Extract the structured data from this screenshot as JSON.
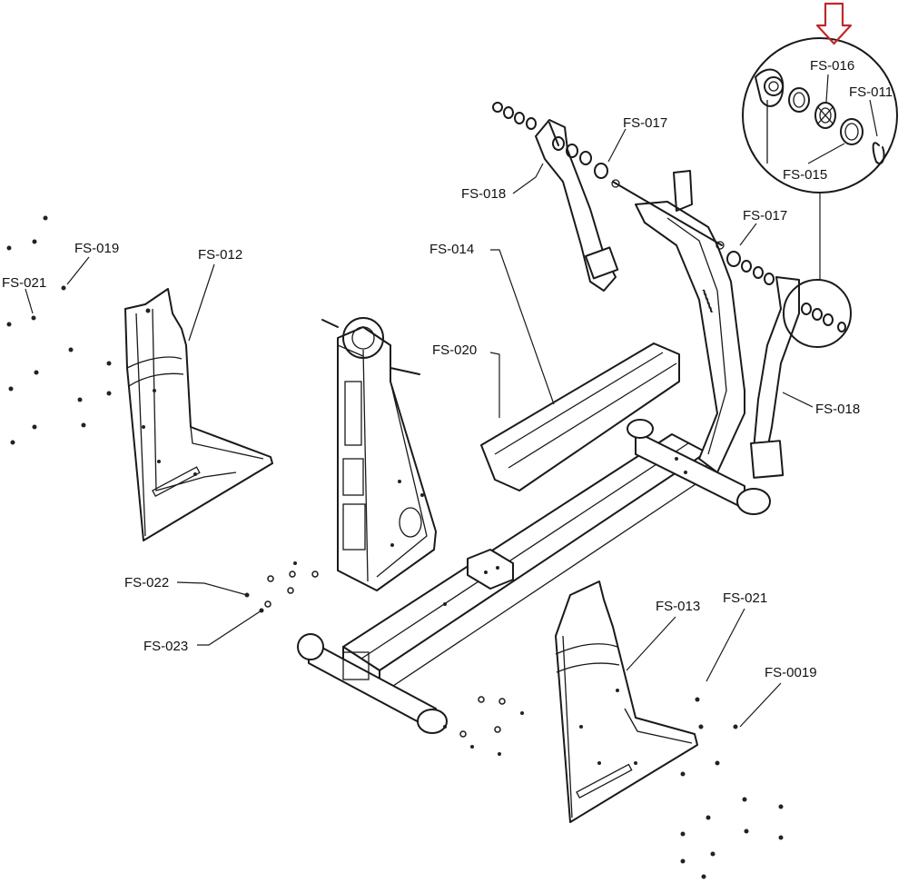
{
  "labels": {
    "fs016": "FS-016",
    "fs011": "FS-011",
    "fs015": "FS-015",
    "fs017_top": "FS-017",
    "fs017_right": "FS-017",
    "fs018_top": "FS-018",
    "fs018_right": "FS-018",
    "fs014": "FS-014",
    "fs020": "FS-020",
    "fs019": "FS-019",
    "fs012": "FS-012",
    "fs021_left": "FS-021",
    "fs022": "FS-022",
    "fs023": "FS-023",
    "fs013": "FS-013",
    "fs021_right": "FS-021",
    "fs0019": "FS-0019"
  },
  "colors": {
    "line": "#1a1a1a",
    "highlight_arrow": "#c0282b",
    "background": "#ffffff"
  },
  "highlight": {
    "target": "FS-016",
    "icon": "down-arrow-outline"
  }
}
